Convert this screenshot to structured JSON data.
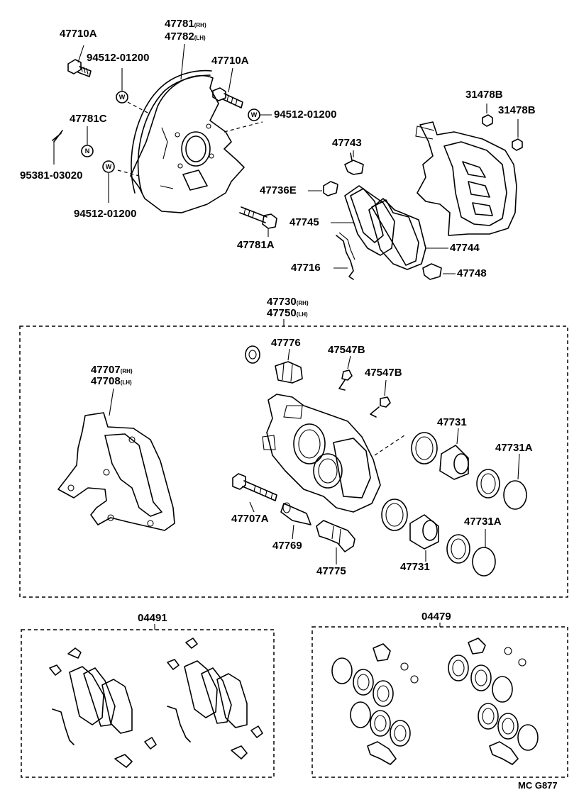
{
  "labels": {
    "p47710A_top": "47710A",
    "p94512_top": "94512-01200",
    "p47781": "47781",
    "p47782": "47782",
    "rh": "(RH)",
    "lh": "(LH)",
    "p47710A_right": "47710A",
    "p94512_right": "94512-01200",
    "p47781C": "47781C",
    "p95381": "95381-03020",
    "p94512_bottom": "94512-01200",
    "p47781A": "47781A",
    "p31478B_a": "31478B",
    "p31478B_b": "31478B",
    "p47743": "47743",
    "p47736E": "47736E",
    "p47745": "47745",
    "p47744": "47744",
    "p47716": "47716",
    "p47748": "47748",
    "p47730": "47730",
    "p47750": "47750",
    "p47707": "47707",
    "p47708": "47708",
    "p47776": "47776",
    "p47547B_a": "47547B",
    "p47547B_b": "47547B",
    "p47731_a": "47731",
    "p47731A_a": "47731A",
    "p47707A": "47707A",
    "p47769": "47769",
    "p47775": "47775",
    "p47731_b": "47731",
    "p47731A_b": "47731A",
    "p04491": "04491",
    "p04479": "04479",
    "code": "MC G877"
  },
  "symbols": {
    "washer": "W",
    "nut": "N"
  }
}
